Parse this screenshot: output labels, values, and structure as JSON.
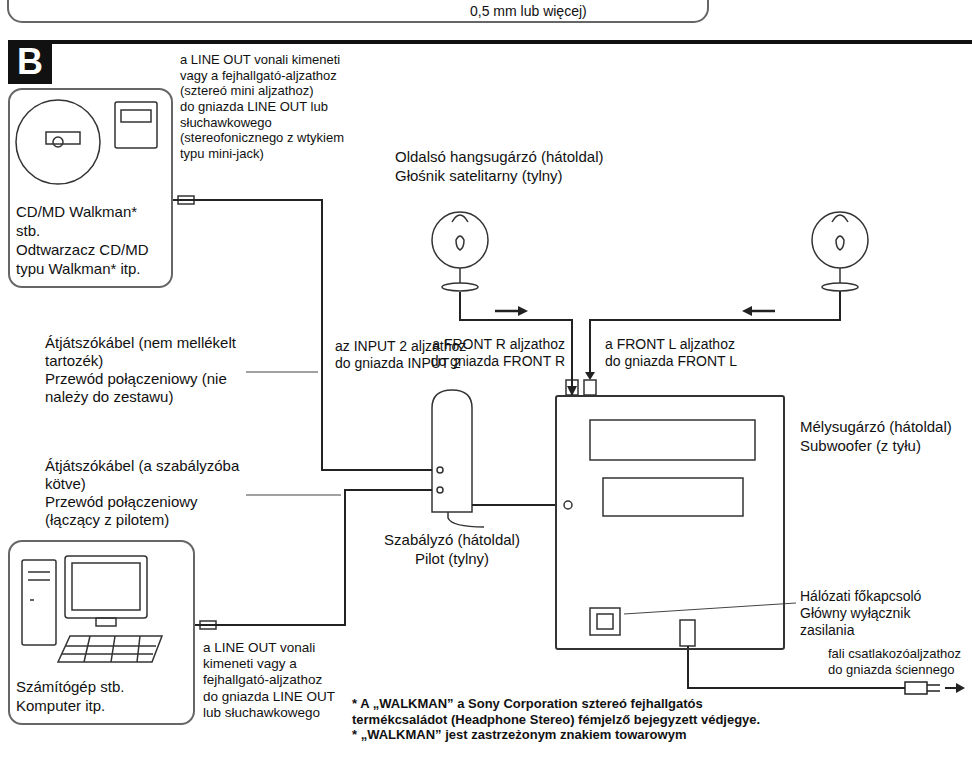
{
  "diagram": {
    "nodes": [
      {
        "text": [
          "CD/MD Walkman* stb.",
          "Odtwarzacz CD/MD typu Walkman* itp."
        ]
      },
      {
        "text": [
          "Számítógép stb.",
          "Komputer itp."
        ]
      },
      {
        "text": [
          "Szabályzó (hátoldal)",
          "Pilot (tylny)"
        ]
      },
      {
        "text": [
          "Mélysugárzó (hátoldal)",
          "Subwoofer (z tyłu)"
        ]
      },
      {
        "text": [
          "Oldalsó hangsugárzó (hátoldal)",
          "Głośnik satelitarny (tylny)"
        ]
      }
    ],
    "edges": [
      {
        "from": 0,
        "to": 2,
        "arrow": "none"
      },
      {
        "from": 1,
        "to": 2,
        "arrow": "none"
      },
      {
        "from": 2,
        "to": 3,
        "arrow": "none"
      },
      {
        "from": 4,
        "to": 3,
        "arrow": "to"
      }
    ],
    "labels": [
      "0,5 mm lub więcej)",
      "a LINE OUT vonali kimeneti vagy a fejhallgató-aljzathoz (sztereó mini aljzathoz)",
      "do gniazda LINE OUT lub słuchawkowego (stereofonicznego z wtykiem typu mini-jack)",
      "Átjátszókábel (nem mellékelt tartozék)",
      "Przewód połączeniowy (nie należy do zestawu)",
      "az INPUT 2 aljzathoz",
      "do gniazda INPUT 2",
      "Átjátszókábel (a szabályzóba kötve)",
      "Przewód połączeniowy (łączący z pilotem)",
      "a FRONT R aljzathoz",
      "do gniazda FRONT R",
      "a FRONT L aljzathoz",
      "do gniazda FRONT L",
      "Hálózati főkapcsoló",
      "Główny wyłącznik zasilania",
      "fali csatlakozóaljzathoz",
      "do gniazda ściennego",
      "a LINE OUT vonali kimeneti vagy a fejhallgató-aljzathoz",
      "do gniazda LINE OUT lub słuchawkowego",
      "* A „WALKMAN” a Sony Corporation sztereó fejhallgatós termékcsaládot (Headphone Stereo) fémjelző bejegyzett védjegye.",
      "* „WALKMAN” jest zastrzeżonym znakiem towarowym",
      "B"
    ]
  }
}
